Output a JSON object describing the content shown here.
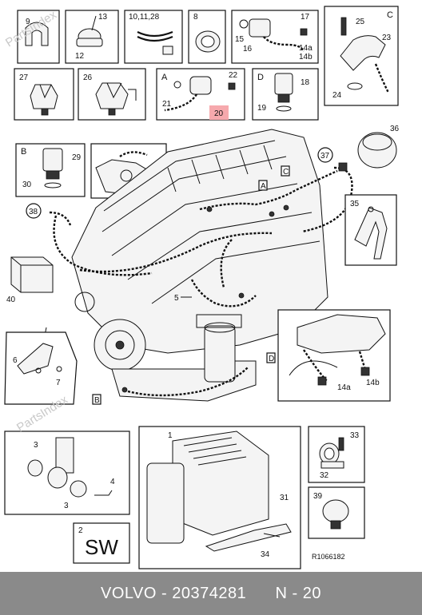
{
  "callouts": {
    "c1": "1",
    "c2": "2",
    "c3a": "3",
    "c3b": "3",
    "c4": "4",
    "c5": "5",
    "c6": "6",
    "c7": "7",
    "c8": "8",
    "c9": "9",
    "c10": "10,11,28",
    "c12": "12",
    "c13": "13",
    "c14a_top": "14a",
    "c14b_top": "14b",
    "c14a_bot": "14a",
    "c14b_bot": "14b",
    "c15": "15",
    "c16": "16",
    "c17": "17",
    "c18": "18",
    "c19": "19",
    "c20": "20",
    "c21": "21",
    "c22": "22",
    "c23": "23",
    "c24": "24",
    "c25": "25",
    "c26": "26",
    "c27": "27",
    "c29": "29",
    "c30": "30",
    "c31": "31",
    "c32": "32",
    "c33": "33",
    "c34": "34",
    "c35": "35",
    "c36": "36",
    "c37": "37",
    "c38": "38",
    "c39": "39",
    "c40": "40"
  },
  "letters": {
    "a_panel": "A",
    "b_panel": "B",
    "c_panel": "C",
    "d_panel": "D",
    "a_tag": "A",
    "b_tag": "B",
    "c_tag": "C",
    "d_tag": "D"
  },
  "sw_label": "SW",
  "drawing_ref": "R1066182",
  "watermark": "PartsIndex",
  "footer": {
    "brand": "VOLVO",
    "part_number": "20374281",
    "page": "N - 20"
  },
  "highlight_color": "#f6a9ad"
}
